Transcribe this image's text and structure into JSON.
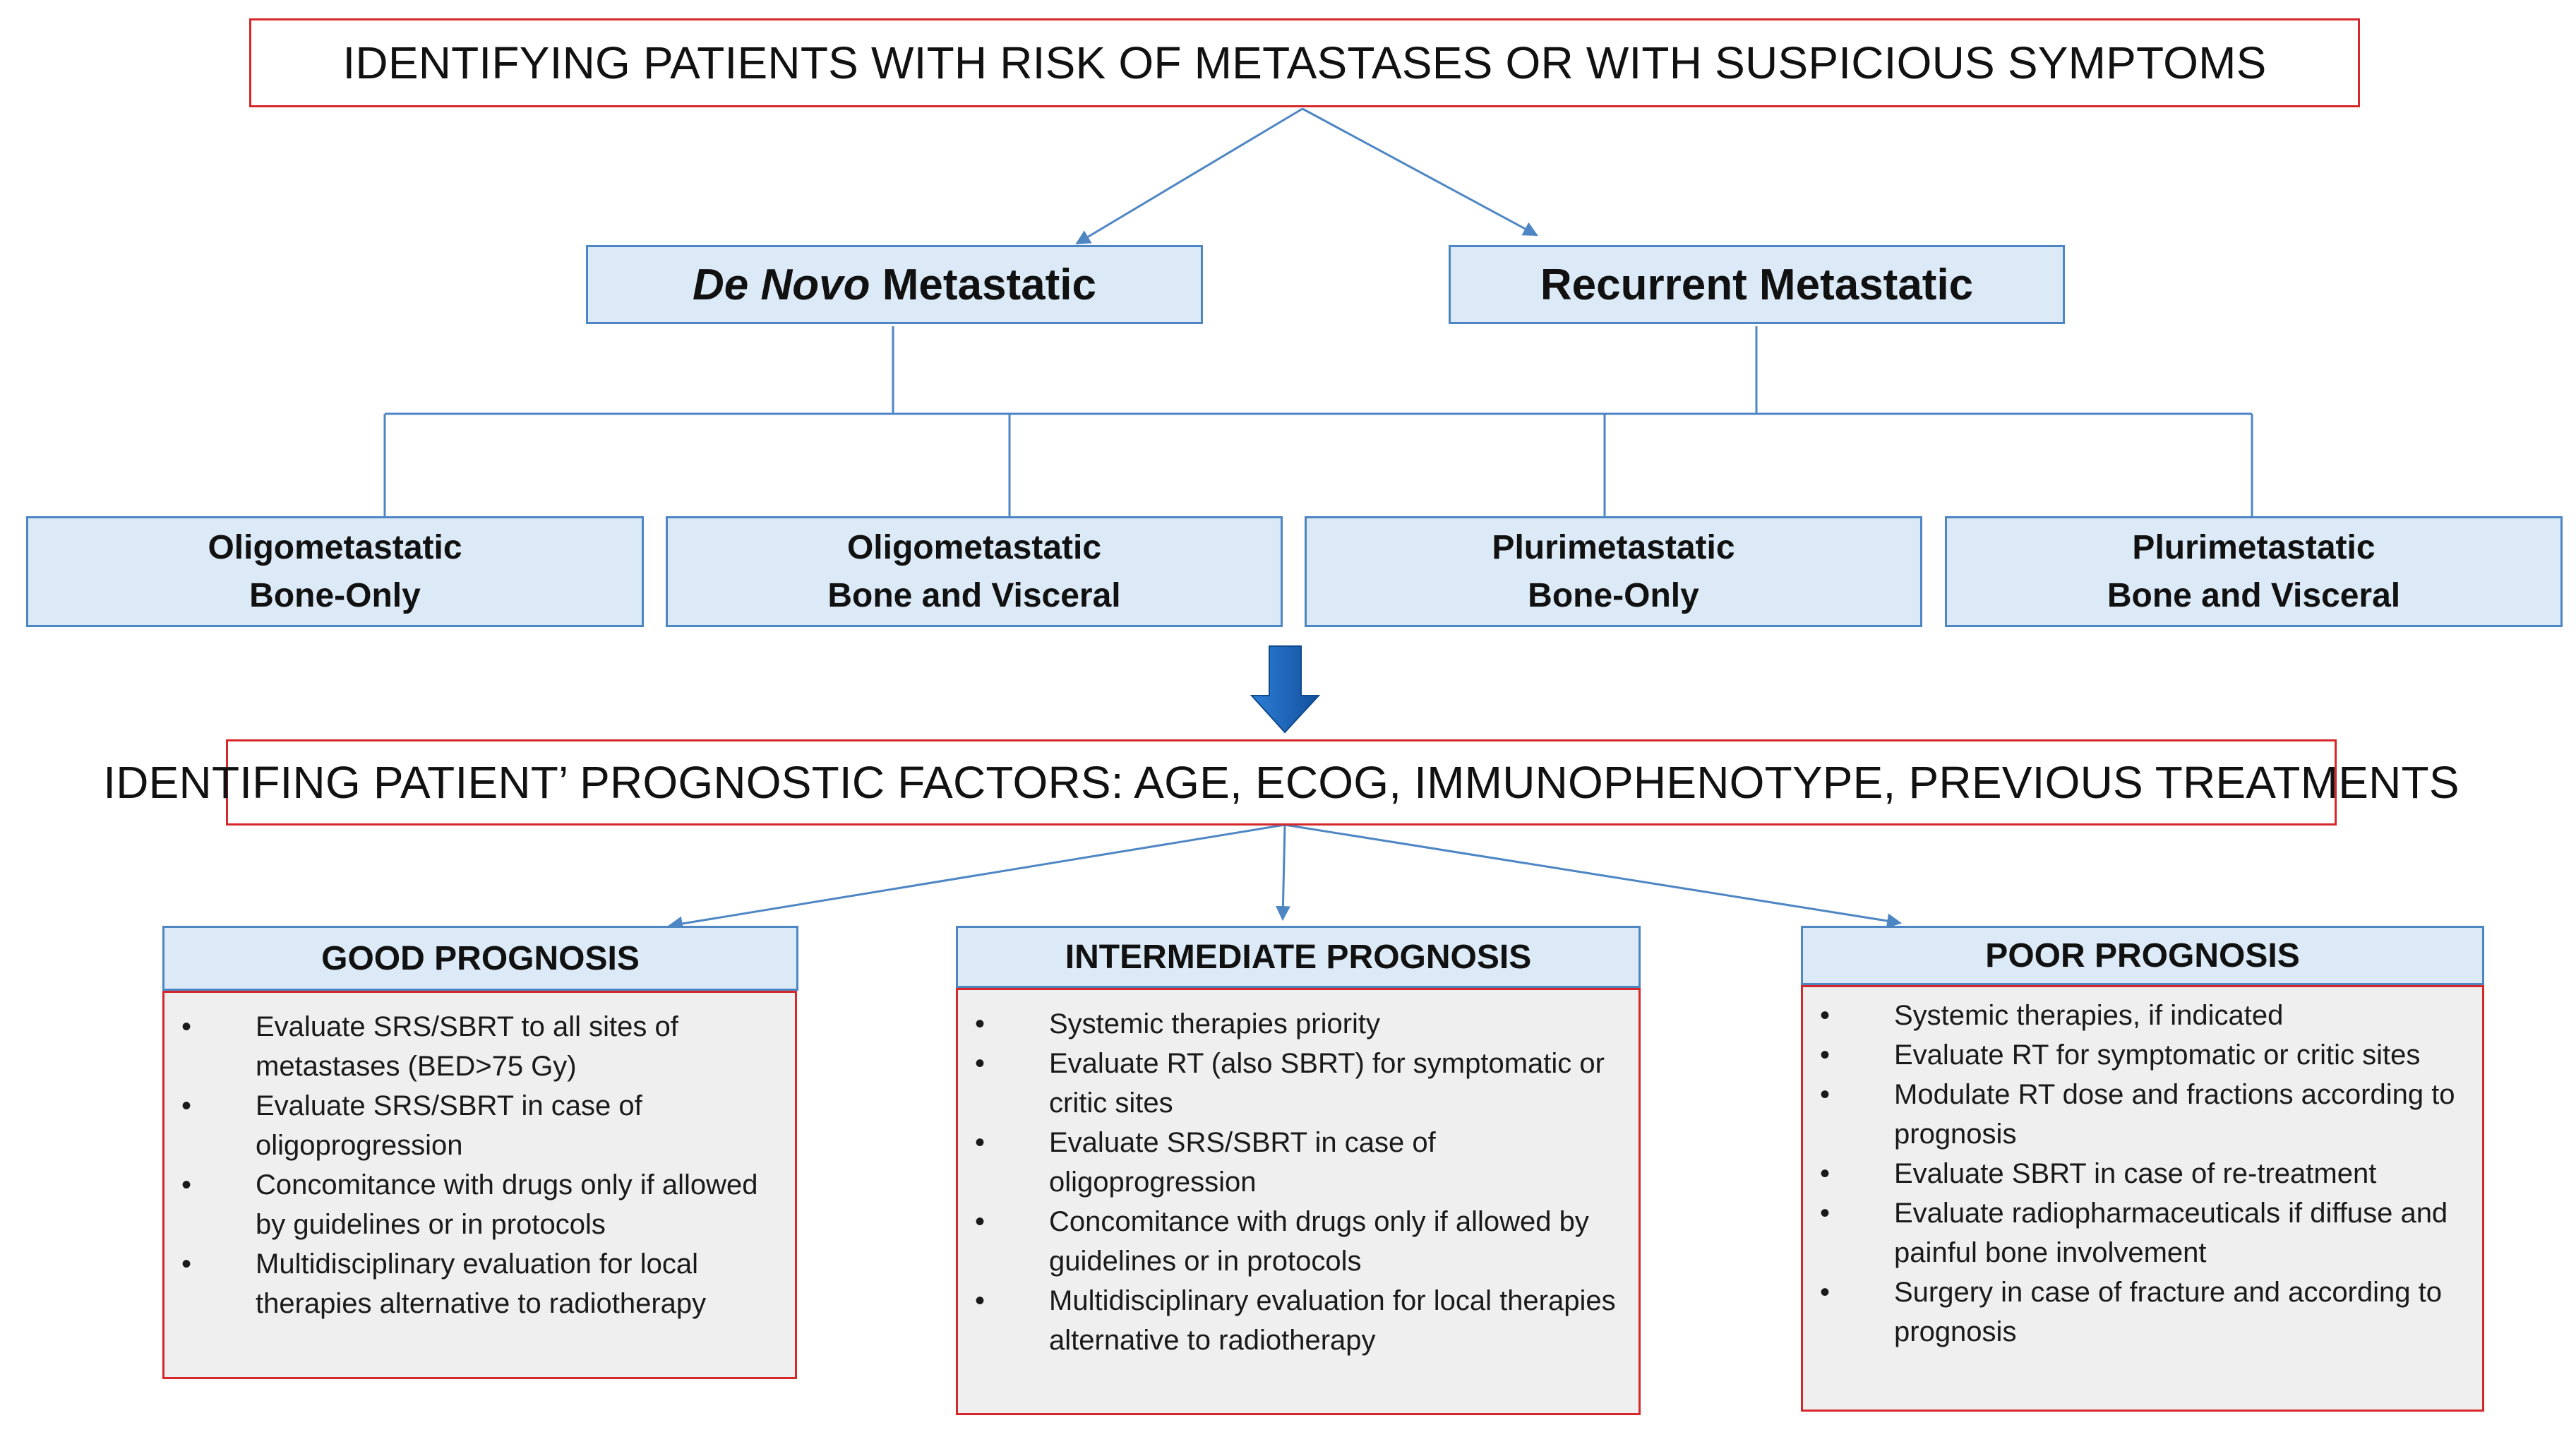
{
  "top_banner": "IDENTIFYING PATIENTS WITH RISK OF METASTASES OR WITH SUSPICIOUS SYMPTOMS",
  "de_novo": {
    "italic": "De Novo",
    "rest": " Metastatic"
  },
  "recurrent": "Recurrent Metastatic",
  "subtypes": [
    {
      "line1": "Oligometastatic",
      "line2": "Bone-Only"
    },
    {
      "line1": "Oligometastatic",
      "line2": "Bone and Visceral"
    },
    {
      "line1": "Plurimetastatic",
      "line2": "Bone-Only"
    },
    {
      "line1": "Plurimetastatic",
      "line2": "Bone and Visceral"
    }
  ],
  "factors_banner": "IDENTIFING PATIENT’ PROGNOSTIC FACTORS: AGE, ECOG, IMMUNOPHENOTYPE, PREVIOUS TREATMENTS",
  "prognosis": [
    {
      "title": "GOOD PROGNOSIS",
      "items": [
        "Evaluate SRS/SBRT to all sites of metastases (BED>75 Gy)",
        "Evaluate SRS/SBRT in case of oligoprogression",
        "Concomitance with drugs only if allowed by guidelines or in protocols",
        "Multidisciplinary evaluation for local therapies alternative to radiotherapy"
      ]
    },
    {
      "title": "INTERMEDIATE PROGNOSIS",
      "items": [
        "Systemic therapies priority",
        "Evaluate RT (also SBRT) for symptomatic or critic sites",
        "Evaluate SRS/SBRT in case of oligoprogression",
        "Concomitance with drugs only if allowed by guidelines or in protocols",
        "Multidisciplinary evaluation for local therapies alternative to radiotherapy"
      ]
    },
    {
      "title": "POOR PROGNOSIS",
      "items": [
        "Systemic therapies, if indicated",
        "Evaluate RT for symptomatic or critic sites",
        "Modulate RT dose and fractions according to prognosis",
        "Evaluate SBRT in case of re-treatment",
        "Evaluate radiopharmaceuticals if diffuse and painful bone involvement",
        "Surgery in case of fracture and according to prognosis"
      ]
    }
  ],
  "colors": {
    "frame_red": "#d6272b",
    "box_fill": "#dbeaf6",
    "box_border": "#4e86c4",
    "body_fill": "#efefef",
    "arrow_blue": "#1f6ec7"
  }
}
